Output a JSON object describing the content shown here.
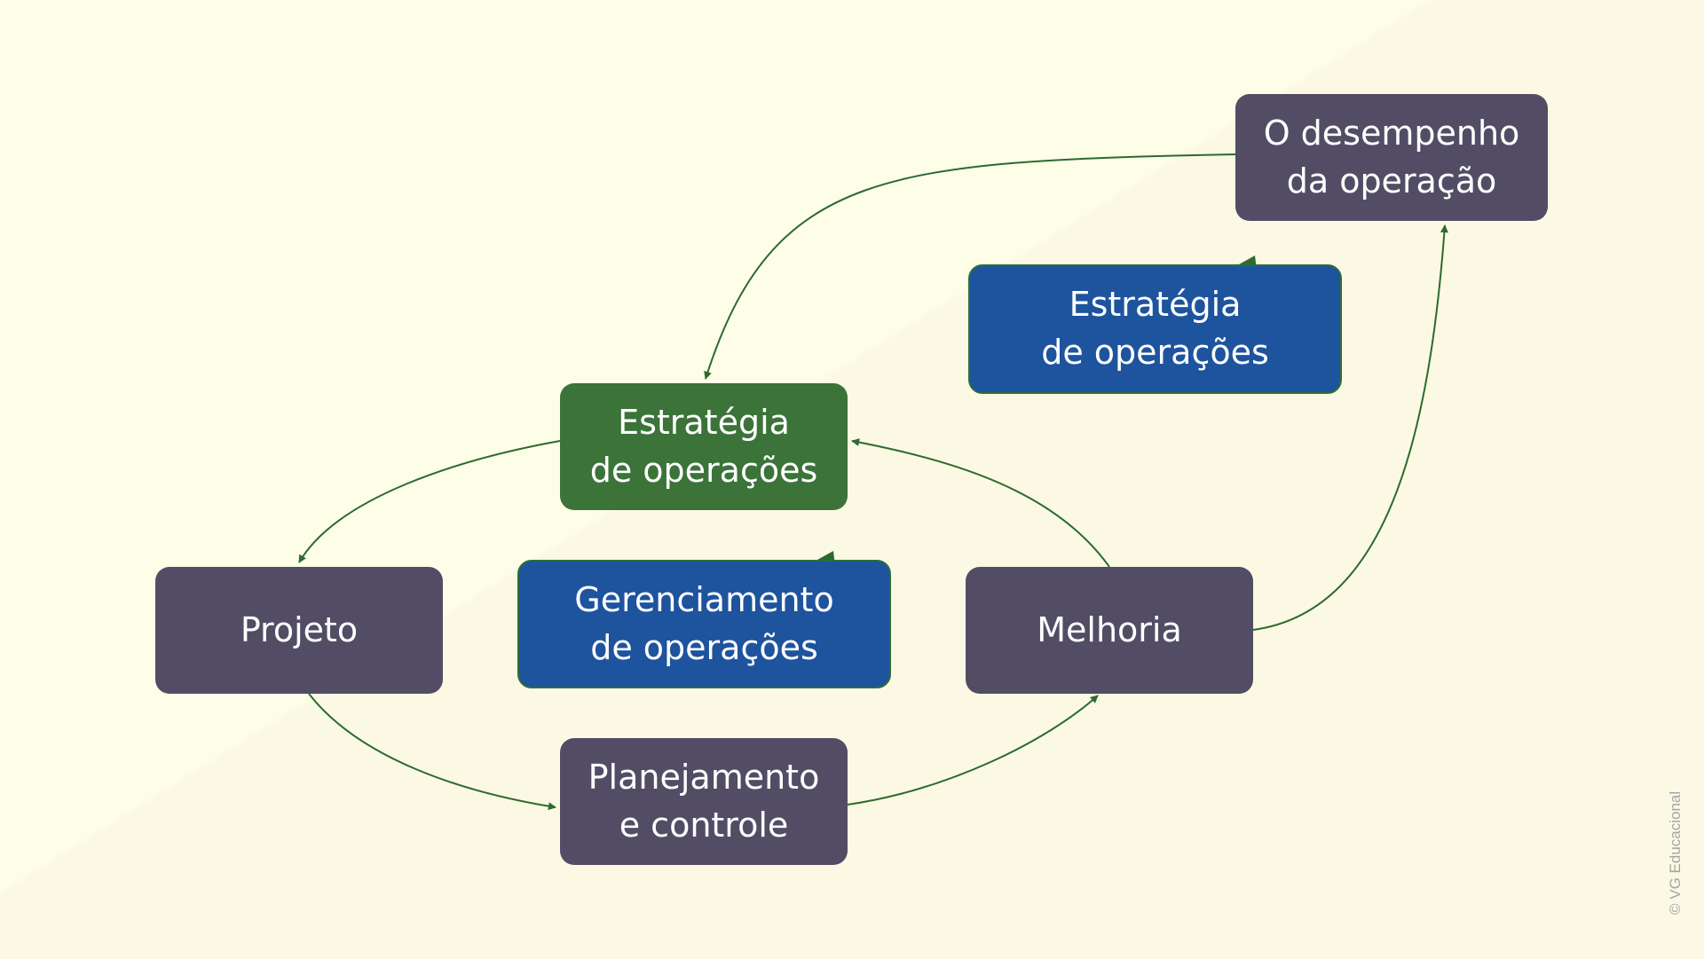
{
  "diagram": {
    "nodes": {
      "desempenho": {
        "line1": "O desempenho",
        "line2": "da operação"
      },
      "estrat_blue": {
        "line1": "Estratégia",
        "line2": "de operações"
      },
      "estrat_green": {
        "line1": "Estratégia",
        "line2": "de operações"
      },
      "projeto": {
        "line1": "Projeto"
      },
      "gerenc": {
        "line1": "Gerenciamento",
        "line2": "de operações"
      },
      "melhoria": {
        "line1": "Melhoria"
      },
      "planej": {
        "line1": "Planejamento",
        "line2": "e controle"
      }
    },
    "edges": [
      {
        "from": "desempenho",
        "to": "estrat_green"
      },
      {
        "from": "estrat_green",
        "to": "projeto"
      },
      {
        "from": "projeto",
        "to": "planej"
      },
      {
        "from": "planej",
        "to": "melhoria"
      },
      {
        "from": "melhoria",
        "to": "estrat_green"
      },
      {
        "from": "melhoria",
        "to": "desempenho"
      }
    ]
  },
  "colors": {
    "background": "#fdfde8",
    "box_purple": "#524d65",
    "box_green": "#3b7339",
    "box_blue": "#1e539e",
    "arrow": "#2c6a30",
    "credit": "#a5a5a5"
  },
  "credit": "© VG Educacional"
}
